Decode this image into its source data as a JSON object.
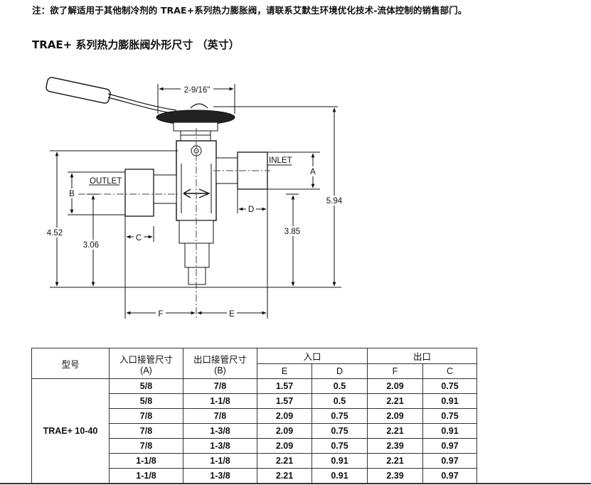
{
  "note": "注：欲了解适用于其他制冷剂的 TRAE+系列热力膨胀阀，请联系艾默生环境优化技术-流体控制的销售部门。",
  "title": "TRAE+ 系列热力膨胀阀外形尺寸 （英寸）",
  "drawing": {
    "dim_top": "2-9/16\"",
    "inlet_label": "INLET",
    "outlet_label": "OUTLET",
    "dim_a": "A",
    "dim_b": "B",
    "dim_c": "C",
    "dim_d": "D",
    "dim_e": "E",
    "dim_f": "F",
    "dim_594": "5.94",
    "dim_452": "4.52",
    "dim_306": "3.06",
    "dim_385": "3.85"
  },
  "table": {
    "headers": {
      "model": "型号",
      "inlet_size": "入口接管尺寸",
      "inlet_size_sub": "(A)",
      "outlet_size": "出口接管尺寸",
      "outlet_size_sub": "(B)",
      "inlet_group": "入口",
      "outlet_group": "出口",
      "e": "E",
      "d": "D",
      "f": "F",
      "c": "C"
    },
    "model": "TRAE+ 10-40",
    "rows": [
      {
        "a": "5/8",
        "b": "7/8",
        "e": "1.57",
        "d": "0.5",
        "f": "2.09",
        "c": "0.75"
      },
      {
        "a": "5/8",
        "b": "1-1/8",
        "e": "1.57",
        "d": "0.5",
        "f": "2.21",
        "c": "0.91"
      },
      {
        "a": "7/8",
        "b": "7/8",
        "e": "2.09",
        "d": "0.75",
        "f": "2.09",
        "c": "0.75"
      },
      {
        "a": "7/8",
        "b": "1-3/8",
        "e": "2.09",
        "d": "0.75",
        "f": "2.21",
        "c": "0.91"
      },
      {
        "a": "7/8",
        "b": "1-3/8",
        "e": "2.09",
        "d": "0.75",
        "f": "2.39",
        "c": "0.97"
      },
      {
        "a": "1-1/8",
        "b": "1-1/8",
        "e": "2.21",
        "d": "0.91",
        "f": "2.21",
        "c": "0.97"
      },
      {
        "a": "1-1/8",
        "b": "1-3/8",
        "e": "2.21",
        "d": "0.91",
        "f": "2.39",
        "c": "0.97"
      }
    ]
  }
}
